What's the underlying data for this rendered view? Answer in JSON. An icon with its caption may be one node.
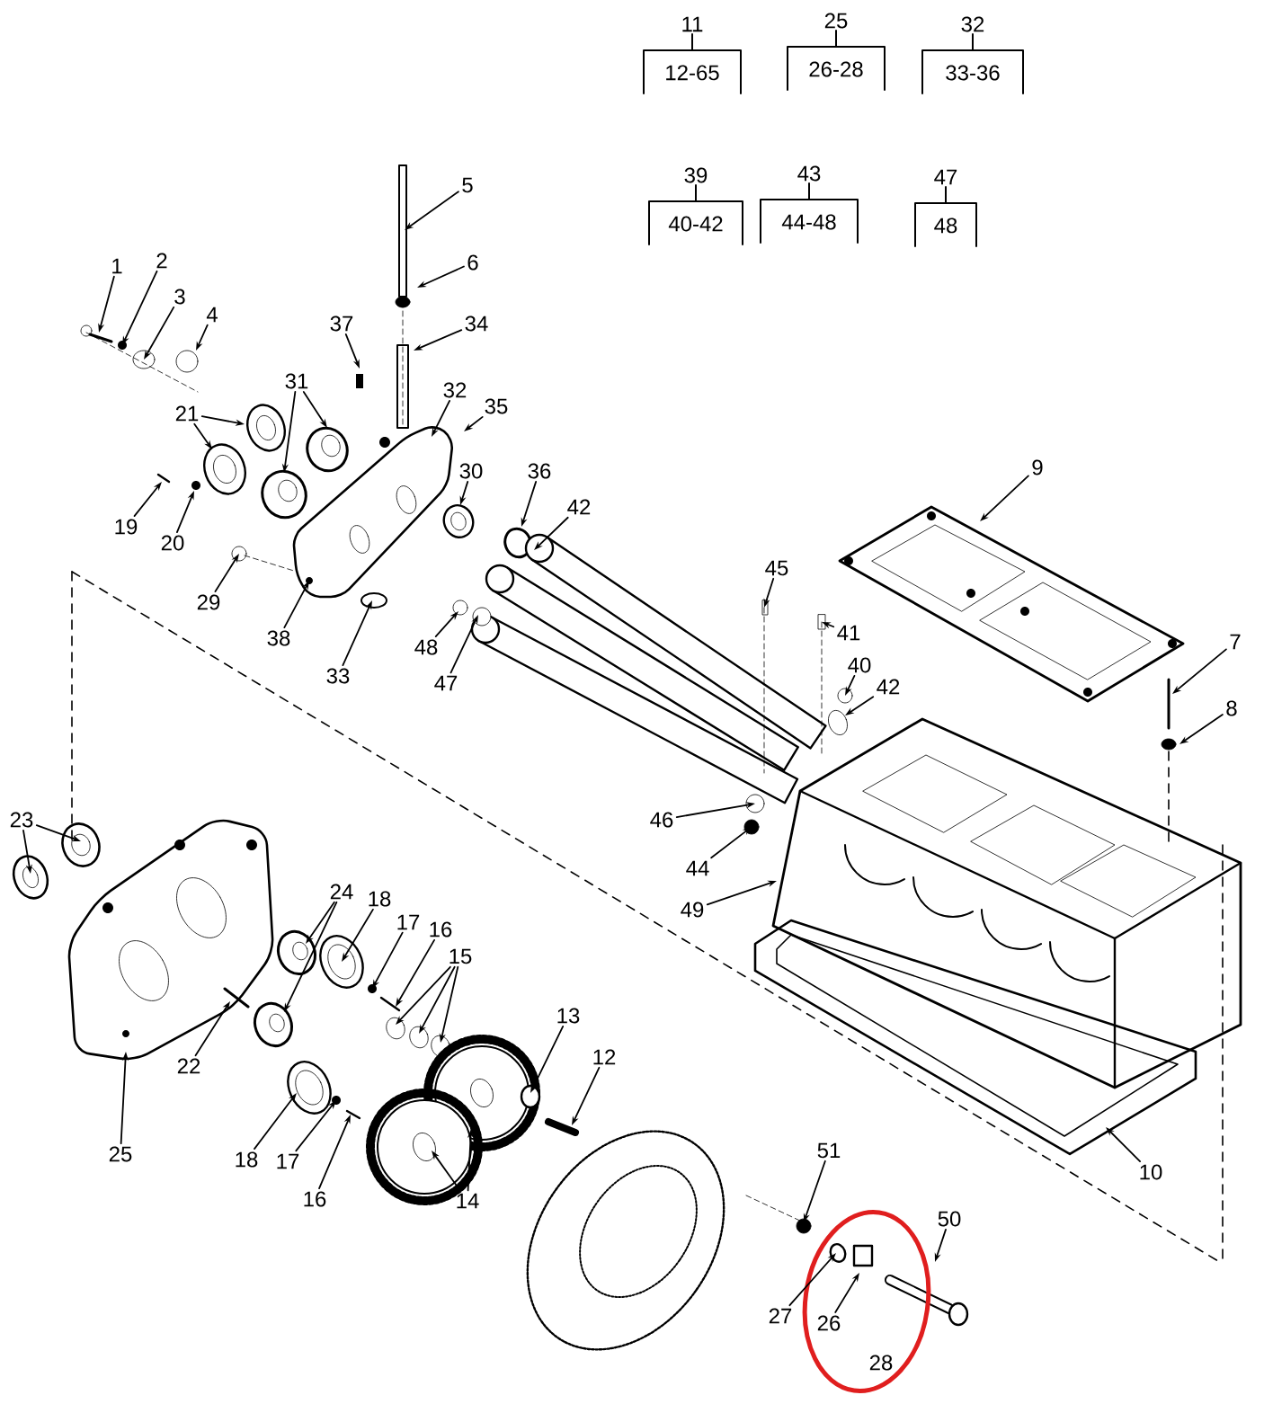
{
  "diagram": {
    "nodes": [
      {
        "text": [
          "11",
          "12-65"
        ]
      },
      {
        "text": [
          "25",
          "26-28"
        ]
      },
      {
        "text": [
          "32",
          "33-36"
        ]
      },
      {
        "text": [
          "39",
          "40-42"
        ]
      },
      {
        "text": [
          "43",
          "44-48"
        ]
      },
      {
        "text": [
          "47",
          "48"
        ]
      },
      {
        "text": [
          "5"
        ]
      },
      {
        "text": [
          "1"
        ]
      },
      {
        "text": [
          "2"
        ]
      },
      {
        "text": [
          "6"
        ]
      },
      {
        "text": [
          "3"
        ]
      },
      {
        "text": [
          "4"
        ]
      },
      {
        "text": [
          "34"
        ]
      },
      {
        "text": [
          "37"
        ]
      },
      {
        "text": [
          "21"
        ]
      },
      {
        "text": [
          "31"
        ]
      },
      {
        "text": [
          "32"
        ]
      },
      {
        "text": [
          "35"
        ]
      },
      {
        "text": [
          "30"
        ]
      },
      {
        "text": [
          "36"
        ]
      },
      {
        "text": [
          "9"
        ]
      },
      {
        "text": [
          "42"
        ]
      },
      {
        "text": [
          "19"
        ]
      },
      {
        "text": [
          "20"
        ]
      },
      {
        "text": [
          "45"
        ]
      },
      {
        "text": [
          "29"
        ]
      },
      {
        "text": [
          "41"
        ]
      },
      {
        "text": [
          "38"
        ]
      },
      {
        "text": [
          "48"
        ]
      },
      {
        "text": [
          "40"
        ]
      },
      {
        "text": [
          "33"
        ]
      },
      {
        "text": [
          "42"
        ]
      },
      {
        "text": [
          "47"
        ]
      },
      {
        "text": [
          "7"
        ]
      },
      {
        "text": [
          "8"
        ]
      },
      {
        "text": [
          "23"
        ]
      },
      {
        "text": [
          "46"
        ]
      },
      {
        "text": [
          "44"
        ]
      },
      {
        "text": [
          "24"
        ]
      },
      {
        "text": [
          "18"
        ]
      },
      {
        "text": [
          "49"
        ]
      },
      {
        "text": [
          "17"
        ]
      },
      {
        "text": [
          "16"
        ]
      },
      {
        "text": [
          "15"
        ]
      },
      {
        "text": [
          "13"
        ]
      },
      {
        "text": [
          "12"
        ]
      },
      {
        "text": [
          "22"
        ]
      },
      {
        "text": [
          "25"
        ]
      },
      {
        "text": [
          "18"
        ]
      },
      {
        "text": [
          "17"
        ]
      },
      {
        "text": [
          "16"
        ]
      },
      {
        "text": [
          "14"
        ]
      },
      {
        "text": [
          "10"
        ]
      },
      {
        "text": [
          "51"
        ]
      },
      {
        "text": [
          "50"
        ]
      },
      {
        "text": [
          "27"
        ]
      },
      {
        "text": [
          "26"
        ]
      }
    ],
    "edges": [
      {
        "from": 6,
        "to": null,
        "arrow": "to"
      },
      {
        "from": 7,
        "to": null,
        "arrow": "to"
      },
      {
        "from": 8,
        "to": null,
        "arrow": "to"
      },
      {
        "from": 9,
        "to": null,
        "arrow": "to"
      },
      {
        "from": 10,
        "to": null,
        "arrow": "to"
      },
      {
        "from": 11,
        "to": null,
        "arrow": "to"
      },
      {
        "from": 12,
        "to": null,
        "arrow": "to"
      },
      {
        "from": 13,
        "to": null,
        "arrow": "to"
      },
      {
        "from": 14,
        "to": null,
        "arrow": "to"
      },
      {
        "from": 14,
        "to": null,
        "arrow": "to"
      },
      {
        "from": 15,
        "to": null,
        "arrow": "to"
      },
      {
        "from": 15,
        "to": null,
        "arrow": "to"
      },
      {
        "from": 16,
        "to": null,
        "arrow": "to"
      },
      {
        "from": 17,
        "to": null,
        "arrow": "to"
      },
      {
        "from": 18,
        "to": null,
        "arrow": "to"
      },
      {
        "from": 19,
        "to": null,
        "arrow": "to"
      },
      {
        "from": 20,
        "to": null,
        "arrow": "to"
      },
      {
        "from": 21,
        "to": null,
        "arrow": "to"
      },
      {
        "from": 22,
        "to": null,
        "arrow": "to"
      },
      {
        "from": 23,
        "to": null,
        "arrow": "to"
      },
      {
        "from": 24,
        "to": null,
        "arrow": "to"
      },
      {
        "from": 25,
        "to": null,
        "arrow": "to"
      },
      {
        "from": 26,
        "to": null,
        "arrow": "to"
      },
      {
        "from": 27,
        "to": null,
        "arrow": "to"
      },
      {
        "from": 28,
        "to": null,
        "arrow": "to"
      },
      {
        "from": 29,
        "to": null,
        "arrow": "to"
      },
      {
        "from": 30,
        "to": null,
        "arrow": "to"
      },
      {
        "from": 31,
        "to": null,
        "arrow": "to"
      },
      {
        "from": 32,
        "to": null,
        "arrow": "to"
      },
      {
        "from": 33,
        "to": null,
        "arrow": "to"
      },
      {
        "from": 34,
        "to": null,
        "arrow": "to"
      },
      {
        "from": 35,
        "to": null,
        "arrow": "to"
      },
      {
        "from": 35,
        "to": null,
        "arrow": "to"
      },
      {
        "from": 36,
        "to": null,
        "arrow": "to"
      },
      {
        "from": 37,
        "to": null,
        "arrow": "to"
      },
      {
        "from": 38,
        "to": null,
        "arrow": "to"
      },
      {
        "from": 38,
        "to": null,
        "arrow": "to"
      },
      {
        "from": 39,
        "to": null,
        "arrow": "to"
      },
      {
        "from": 40,
        "to": null,
        "arrow": "to"
      },
      {
        "from": 41,
        "to": null,
        "arrow": "to"
      },
      {
        "from": 42,
        "to": null,
        "arrow": "to"
      },
      {
        "from": 43,
        "to": null,
        "arrow": "to"
      },
      {
        "from": 43,
        "to": null,
        "arrow": "to"
      },
      {
        "from": 43,
        "to": null,
        "arrow": "to"
      },
      {
        "from": 44,
        "to": null,
        "arrow": "to"
      },
      {
        "from": 45,
        "to": null,
        "arrow": "to"
      },
      {
        "from": 46,
        "to": null,
        "arrow": "to"
      },
      {
        "from": 47,
        "to": null,
        "arrow": "to"
      },
      {
        "from": 48,
        "to": null,
        "arrow": "to"
      },
      {
        "from": 49,
        "to": null,
        "arrow": "to"
      },
      {
        "from": 50,
        "to": null,
        "arrow": "to"
      },
      {
        "from": 51,
        "to": null,
        "arrow": "to"
      },
      {
        "from": 51,
        "to": null,
        "arrow": "to"
      },
      {
        "from": 52,
        "to": null,
        "arrow": "to"
      },
      {
        "from": 53,
        "to": null,
        "arrow": "to"
      },
      {
        "from": 54,
        "to": null,
        "arrow": "to"
      },
      {
        "from": 55,
        "to": null,
        "arrow": "to"
      },
      {
        "from": 56,
        "to": null,
        "arrow": "to"
      }
    ],
    "labels": [
      "28"
    ]
  }
}
